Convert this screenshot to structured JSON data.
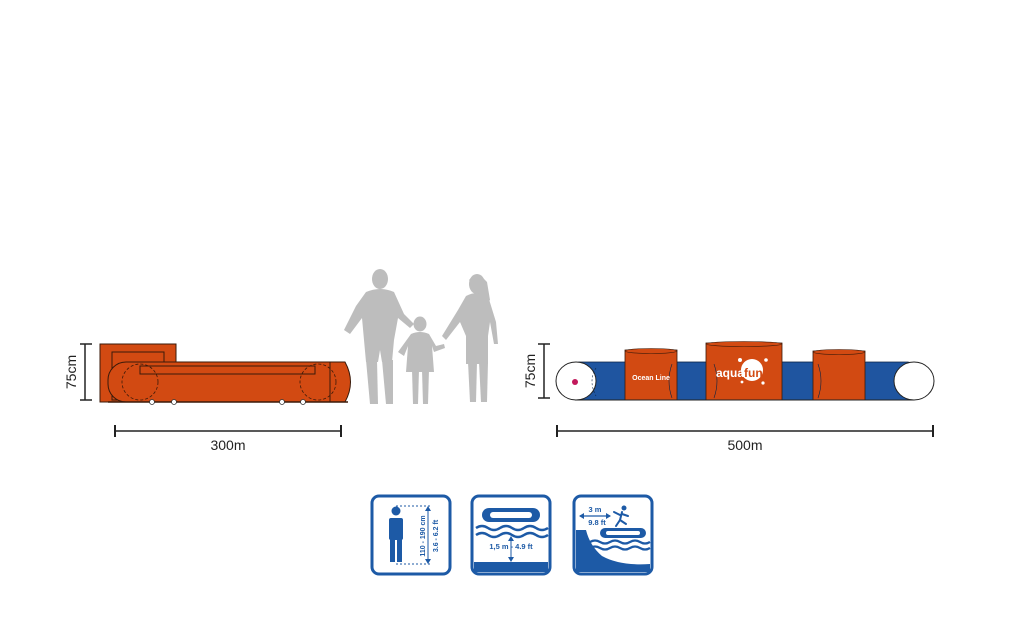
{
  "left_product": {
    "height_label": "75cm",
    "width_label": "300m",
    "color_main": "#d24a12",
    "color_outline": "#3a1a0a"
  },
  "right_product": {
    "height_label": "75cm",
    "width_label": "500m",
    "side_text": "Ocean Line",
    "logo_text_a": "aqua",
    "logo_text_b": "fun",
    "color_orange": "#d24a12",
    "color_blue": "#1f55a0"
  },
  "icons": {
    "user_height": {
      "cm_label": "110 - 190 cm",
      "ft_label": "3.6 - 6.2 ft"
    },
    "water_depth": {
      "label": "1,5 m - 4.9 ft"
    },
    "clearance": {
      "m_label": "3 m",
      "ft_label": "9.8 ft"
    },
    "frame_color": "#1d5aa6"
  },
  "silhouette_color": "#bdbdbd"
}
